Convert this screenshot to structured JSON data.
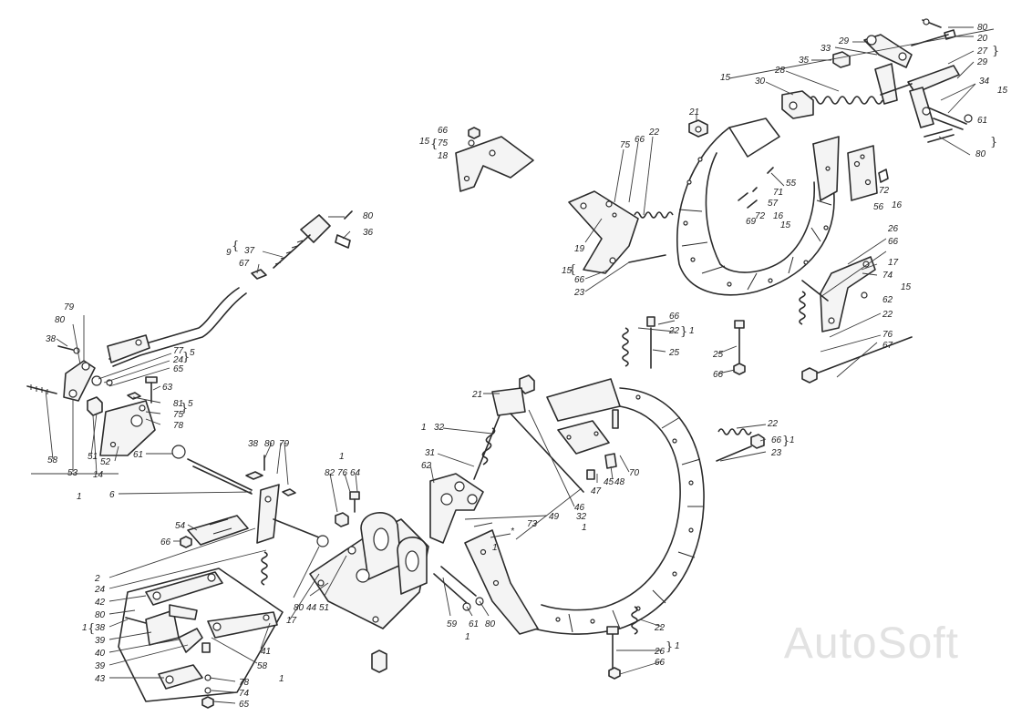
{
  "watermark": "AutoSoft",
  "labels": {
    "l80a": "80",
    "l20": "20",
    "l27": "27",
    "l29a": "29",
    "l29b": "29",
    "l33": "33",
    "l35": "35",
    "l28": "28",
    "l30": "30",
    "l15a": "15",
    "l15b": "15",
    "l34": "34",
    "l61a": "61",
    "l80b": "80",
    "l21a": "21",
    "l66a": "66",
    "l75a": "75",
    "l15c": "15",
    "l18": "18",
    "l75b": "75",
    "l66b": "66",
    "l22a": "22",
    "l55": "55",
    "l57": "57",
    "l71": "71",
    "l69": "69",
    "l72a": "72",
    "l16a": "16",
    "l15d": "15",
    "l72b": "72",
    "l56": "56",
    "l16b": "16",
    "l19": "19",
    "l15e": "15",
    "l66c": "66",
    "l23a": "23",
    "l26a": "26",
    "l66d": "66",
    "l17": "17",
    "l74a": "74",
    "l62a": "62",
    "l15f": "15",
    "l22b": "22",
    "l9": "9",
    "l37": "37",
    "l67a": "67",
    "l80c": "80",
    "l36": "36",
    "l66e": "66",
    "l22c": "22",
    "l1a": "1",
    "l25a": "25",
    "l25b": "25",
    "l66f": "66",
    "l76a": "76",
    "l67b": "67",
    "l79a": "79",
    "l80d": "80",
    "l38a": "38",
    "l77": "77",
    "l24a": "24",
    "l65a": "65",
    "l5a": "5",
    "l63": "63",
    "l81": "81",
    "l75c": "75",
    "l5b": "5",
    "l78a": "78",
    "l58a": "58",
    "l53": "53",
    "l51a": "51",
    "l14": "14",
    "l52": "52",
    "l61b": "61",
    "l1b": "1",
    "l6": "6",
    "l21b": "21",
    "l1c": "1",
    "l32a": "32",
    "l31": "31",
    "l62b": "62",
    "l46": "46",
    "l47": "47",
    "l45": "45",
    "l48": "48",
    "l70": "70",
    "l49": "49",
    "l73": "73",
    "l32b": "32",
    "l1d": "1",
    "l22d": "22",
    "l66g": "66",
    "l1e": "1",
    "l23b": "23",
    "l38b": "38",
    "l80e": "80",
    "l79b": "79",
    "l1f": "1",
    "l82": "82",
    "l76b": "76",
    "l64": "64",
    "l54": "54",
    "l66h": "66",
    "l2": "2",
    "l24b": "24",
    "l42": "42",
    "l80f": "80",
    "l1g": "1",
    "l38c": "38",
    "l39a": "39",
    "l40": "40",
    "l39b": "39",
    "l43": "43",
    "l41": "41",
    "l58b": "58",
    "l78b": "78",
    "l74b": "74",
    "l65b": "65",
    "l17b": "17",
    "l80g": "80",
    "l44": "44",
    "l51b": "51",
    "l59": "59",
    "l61c": "61",
    "l80h": "80",
    "l1h": "1",
    "l22e": "22",
    "l26b": "26",
    "l66i": "66",
    "l1i": "1",
    "l1j": "1",
    "l1k": "1"
  },
  "callout_symbols": {
    "star": "*"
  }
}
